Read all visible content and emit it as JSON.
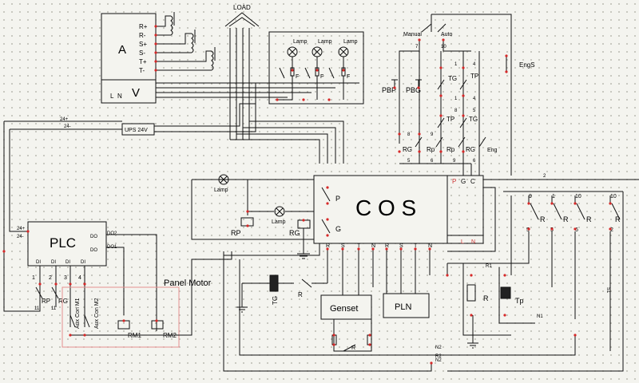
{
  "meter": {
    "label_a": "A",
    "label_v": "V",
    "label_l": "L",
    "label_n": "N",
    "terminals": [
      "R+",
      "R-",
      "S+",
      "S-",
      "T+",
      "T-"
    ]
  },
  "load_label": "LOAD",
  "lamps": {
    "top": [
      "Lamp",
      "Lamp",
      "Lamp"
    ],
    "fuse": "F",
    "left": "Lamp",
    "mid": "Lamp"
  },
  "ups": {
    "label": "UPS 24V",
    "plus": "24+",
    "minus": "24-"
  },
  "cos": {
    "label": "C O S",
    "top_terms": [
      "P",
      "G",
      "C"
    ],
    "bottom_terms": [
      "R",
      "S",
      "T",
      "N",
      "R",
      "S",
      "T",
      "N"
    ],
    "lr": [
      "L",
      "N"
    ],
    "contacts": [
      "P",
      "G"
    ]
  },
  "plc": {
    "label": "PLC",
    "left_terms": [
      "24+",
      "24-"
    ],
    "outputs": [
      "DO",
      "DO2",
      "DO1"
    ],
    "inputs": [
      "DI",
      "DI",
      "DI",
      "DI"
    ],
    "numbers": [
      "1",
      "2",
      "3",
      "4"
    ]
  },
  "panel_motor": {
    "label": "Panel Motor",
    "aux1": "Aux Con M1",
    "aux2": "Aux Con M2",
    "rm1": "RM1",
    "rm2": "RM2"
  },
  "relays": {
    "rp": "RP",
    "rg": "RG",
    "rp_pin": "11",
    "rg_pin": "11",
    "r": "R",
    "tg": "TG",
    "tp": "Tp"
  },
  "sources": {
    "genset": "Genset",
    "pln": "PLN"
  },
  "switches": {
    "manual": "Manual",
    "auto": "Auto",
    "engs": "EngS",
    "eng": "Eng",
    "pbp": "PBP",
    "pbg": "PBG",
    "tg": "TG",
    "tp": "TP",
    "rg": "RG",
    "rp": "Rp"
  },
  "pins": [
    "7",
    "10",
    "1",
    "4",
    "1",
    "4",
    "8",
    "5",
    "8",
    "5",
    "9",
    "6",
    "9",
    "6"
  ],
  "right_relays": {
    "labels": [
      "R",
      "R",
      "R",
      "R"
    ],
    "pins_top": [
      "9",
      "1",
      "10",
      "10"
    ],
    "pins_bottom": [
      "5",
      "5",
      "6",
      "2"
    ],
    "wire_top": "2"
  },
  "wires": {
    "r1": "R1",
    "n1": "N1",
    "n2": "N2",
    "r2": "R2",
    "s1": "S1"
  }
}
